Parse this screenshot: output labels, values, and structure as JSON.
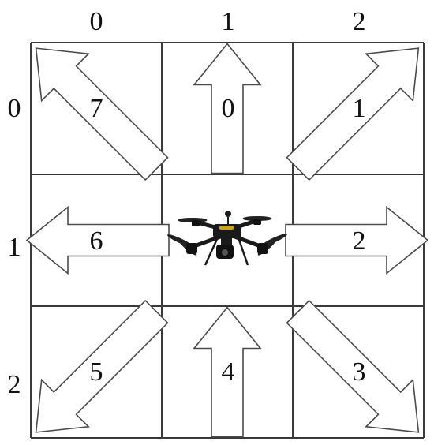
{
  "column_labels": [
    "0",
    "1",
    "2"
  ],
  "row_labels": [
    "0",
    "1",
    "2"
  ],
  "cells": [
    {
      "row": 0,
      "col": 0,
      "direction": "up-left",
      "code": "7"
    },
    {
      "row": 0,
      "col": 1,
      "direction": "up",
      "code": "0"
    },
    {
      "row": 0,
      "col": 2,
      "direction": "up-right",
      "code": "1"
    },
    {
      "row": 1,
      "col": 0,
      "direction": "left",
      "code": "6"
    },
    {
      "row": 1,
      "col": 1,
      "direction": "center",
      "code": "",
      "content": "drone-image"
    },
    {
      "row": 1,
      "col": 2,
      "direction": "right",
      "code": "2"
    },
    {
      "row": 2,
      "col": 0,
      "direction": "down-left",
      "code": "5"
    },
    {
      "row": 2,
      "col": 1,
      "direction": "up",
      "code": "4"
    },
    {
      "row": 2,
      "col": 2,
      "direction": "down-right",
      "code": "3"
    }
  ],
  "colors": {
    "grid": "#3a3a3a",
    "arrow_stroke": "#4a4a4a",
    "drone": "#1a1a1a",
    "accent": "#c9a227"
  }
}
